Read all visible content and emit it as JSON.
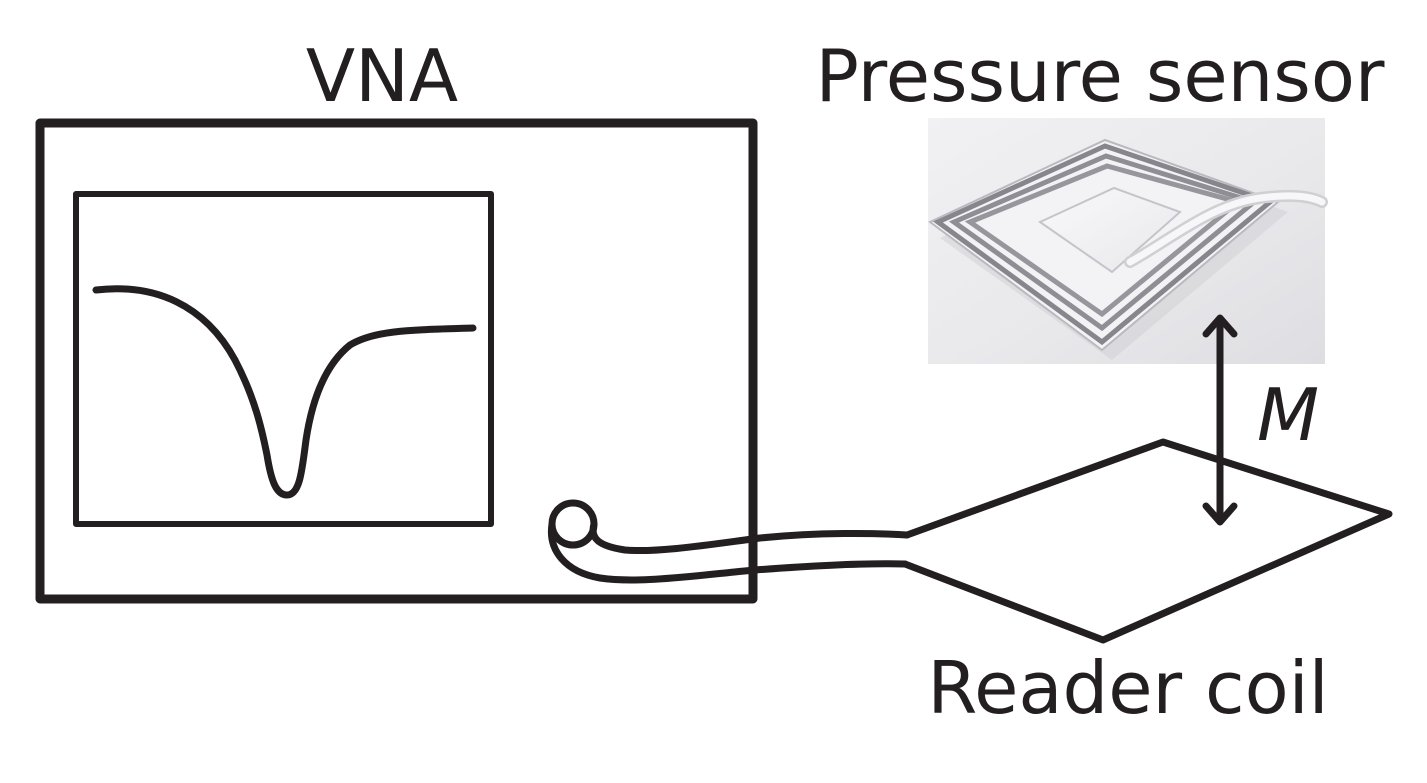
{
  "labels": {
    "vna": "VNA",
    "pressure_sensor": "Pressure sensor",
    "mutual_inductance": "M",
    "reader_coil": "Reader coil"
  },
  "colors": {
    "line": "#231f20",
    "background": "#ffffff",
    "photo_background": "#e9e9ec",
    "sensor_metal": "#8a8a90",
    "sensor_glass": "#f4f4f6"
  }
}
